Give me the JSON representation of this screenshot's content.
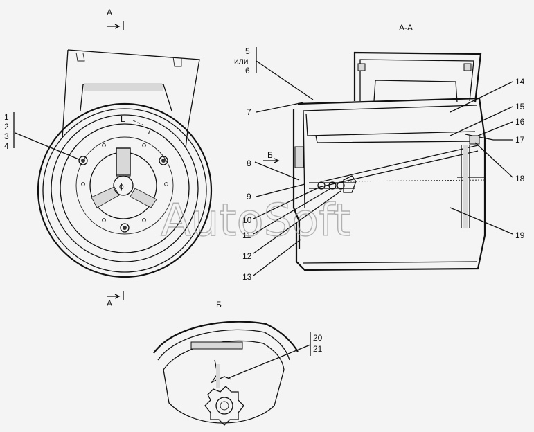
{
  "watermark": "AutoSoft",
  "views": {
    "front_section_marker_top": "А",
    "front_section_marker_bottom": "А",
    "section_title": "А-А",
    "detail_title": "Б",
    "inner_letter_L": "L",
    "inner_digit_7": "7",
    "view_arrow_label": "Б"
  },
  "callouts": {
    "group_1_4": [
      "1",
      "2",
      "3",
      "4"
    ],
    "group_5_6": [
      "5",
      "или",
      "6"
    ],
    "group_20_21": [
      "20",
      "21"
    ],
    "left_numbers": [
      "7",
      "8",
      "9",
      "10",
      "11",
      "12",
      "13"
    ],
    "right_numbers": [
      "14",
      "15",
      "16",
      "17",
      "18",
      "19"
    ]
  }
}
